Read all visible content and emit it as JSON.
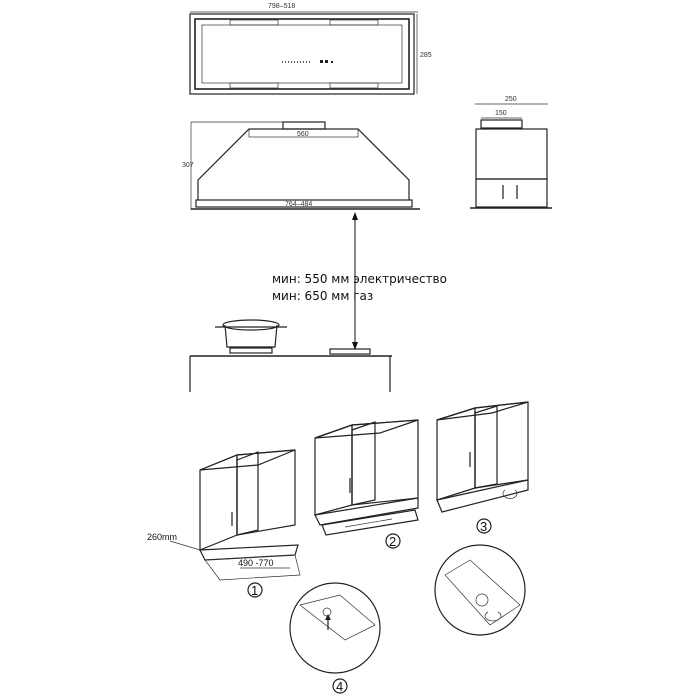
{
  "top_view": {
    "width_label": "798–518",
    "depth_label": "285"
  },
  "front_view": {
    "inner_label": "560",
    "height_label": "307",
    "bottom_label": "764–484"
  },
  "side_view": {
    "outer_label": "250",
    "inner_label": "150"
  },
  "clearance": {
    "electric": "мин: 550 мм электричество",
    "gas": "мин: 650 мм газ"
  },
  "install": {
    "depth_label": "260mm",
    "width_label": "490 -770",
    "steps": [
      "1",
      "2",
      "3",
      "4"
    ]
  }
}
